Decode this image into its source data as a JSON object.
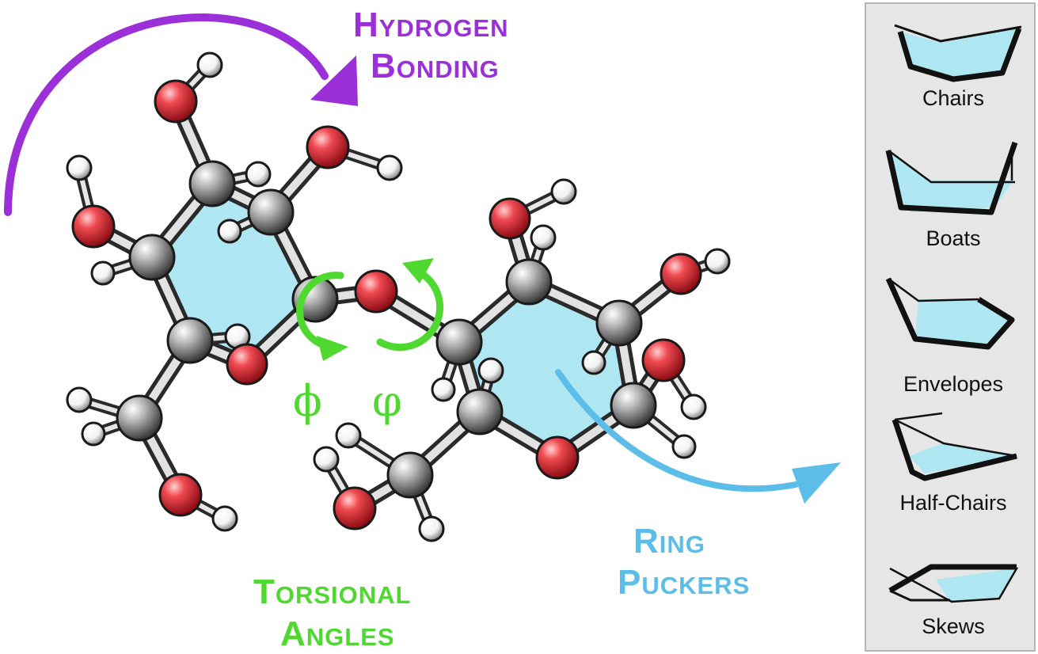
{
  "labels": {
    "hydrogen_bonding": [
      "Hydrogen",
      "Bonding"
    ],
    "torsional_angles": [
      "Torsional",
      "Angles"
    ],
    "ring_puckers": [
      "Ring",
      "Puckers"
    ],
    "phi": "ϕ",
    "psi": "φ"
  },
  "colors": {
    "hydrogen_bonding": "#9b30d9",
    "torsional_angles": "#4fd82f",
    "ring_puckers": "#5bbde8",
    "oxygen": "#e8323c",
    "carbon": "#9a9a9a",
    "hydrogen": "#ffffff",
    "ring_face": "#aee6f2",
    "panel_bg": "#e6e6e6"
  },
  "pucker_panel": {
    "items": [
      {
        "label": "Chairs",
        "icon": "chair-conformation-icon"
      },
      {
        "label": "Boats",
        "icon": "boat-conformation-icon"
      },
      {
        "label": "Envelopes",
        "icon": "envelope-conformation-icon"
      },
      {
        "label": "Half-Chairs",
        "icon": "half-chair-conformation-icon"
      },
      {
        "label": "Skews",
        "icon": "skew-conformation-icon"
      }
    ]
  }
}
